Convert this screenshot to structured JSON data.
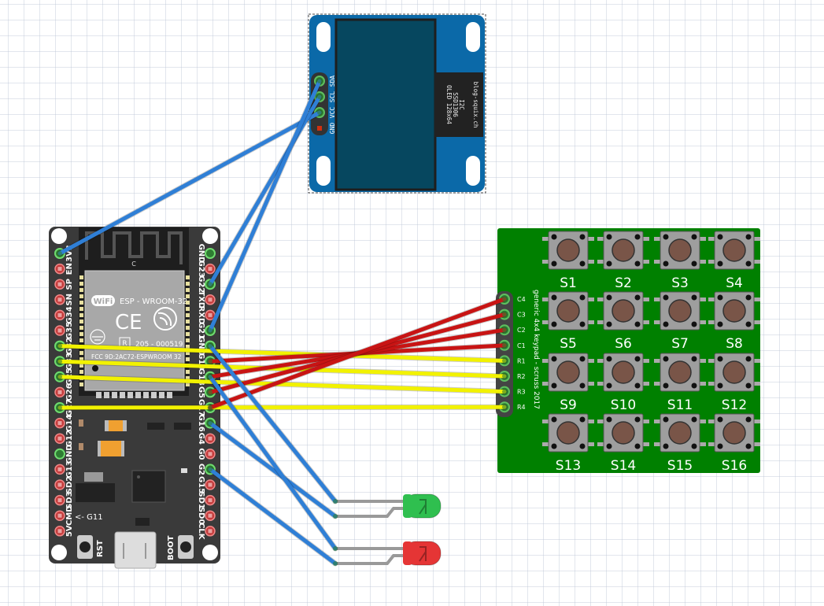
{
  "oled": {
    "pins": [
      "SDA",
      "SCL",
      "VCC",
      "GND"
    ],
    "label_lines": [
      "OLED 128x64",
      "SSD1306",
      "I2C"
    ],
    "credit": "blog-squix.ch",
    "colors": {
      "board": "#0b69a8",
      "screen": "#06475f",
      "label_bg": "#222222"
    }
  },
  "esp32": {
    "module_text": "ESP - WROOM-32",
    "wifi_logo": "WiFi",
    "ce_mark": "CE",
    "reg_number": "205 - 000519",
    "reg_mark": "R",
    "fcc_text": "FCC 9D:2AC72-ESPWROOM 32",
    "antenna_label": "C",
    "left_pins": [
      "3V3",
      "EN",
      "SP",
      "SN",
      "G34",
      "G35",
      "G32",
      "G33",
      "G25",
      "G26",
      "G27",
      "G14",
      "G12",
      "GND",
      "G13",
      "SD2",
      "SD3",
      "CMD",
      "5V"
    ],
    "left_pin_connected": [
      true,
      false,
      false,
      false,
      false,
      false,
      true,
      true,
      true,
      false,
      true,
      false,
      false,
      true,
      false,
      false,
      false,
      false,
      false
    ],
    "right_pins": [
      "GND",
      "G23",
      "G22",
      "TXD",
      "RXD",
      "G21",
      "GND",
      "G19",
      "G18",
      "G5",
      "G17",
      "G16",
      "G4",
      "G0",
      "G2",
      "G15",
      "SD1",
      "SD0",
      "CLK"
    ],
    "right_pin_connected": [
      true,
      false,
      true,
      false,
      false,
      true,
      true,
      true,
      true,
      true,
      true,
      true,
      false,
      false,
      true,
      false,
      false,
      false,
      false
    ],
    "g11_label": "<- G11",
    "rst_label": "RST",
    "boot_label": "BOOT"
  },
  "keypad": {
    "title": "generic 4x4 keypad - scruss 2017",
    "pins": [
      "C4",
      "C3",
      "C2",
      "C1",
      "R1",
      "R2",
      "R3",
      "R4"
    ],
    "keys": [
      "S1",
      "S2",
      "S3",
      "S4",
      "S5",
      "S6",
      "S7",
      "S8",
      "S9",
      "S10",
      "S11",
      "S12",
      "S13",
      "S14",
      "S15",
      "S16"
    ],
    "color": "#008000"
  },
  "leds": [
    {
      "name": "green-led",
      "color": "#2fbf4f"
    },
    {
      "name": "red-led",
      "color": "#e53535"
    }
  ],
  "wires": [
    {
      "from": "esp32.3V3",
      "to": "oled.VCC",
      "color": "#2f7fd6"
    },
    {
      "from": "esp32.G22",
      "to": "oled.SCL",
      "color": "#2f7fd6"
    },
    {
      "from": "esp32.G21",
      "to": "oled.SDA",
      "color": "#2f7fd6"
    },
    {
      "from": "esp32.G32",
      "to": "keypad.R1",
      "color": "#f2f200"
    },
    {
      "from": "esp32.G33",
      "to": "keypad.R2",
      "color": "#f2f200"
    },
    {
      "from": "esp32.G25",
      "to": "keypad.R3",
      "color": "#f2f200"
    },
    {
      "from": "esp32.G27",
      "to": "keypad.R4",
      "color": "#f2f200"
    },
    {
      "from": "esp32.G19",
      "to": "keypad.C1",
      "color": "#c81414"
    },
    {
      "from": "esp32.G18",
      "to": "keypad.C2",
      "color": "#c81414"
    },
    {
      "from": "esp32.G5",
      "to": "keypad.C3",
      "color": "#c81414"
    },
    {
      "from": "esp32.G17",
      "to": "keypad.C4",
      "color": "#c81414"
    },
    {
      "from": "esp32.GND",
      "to": "green-led.anode",
      "color": "#2f7fd6"
    },
    {
      "from": "esp32.G16",
      "to": "green-led.cathode",
      "color": "#2f7fd6"
    },
    {
      "from": "esp32.G18",
      "to": "red-led.anode",
      "color": "#2f7fd6"
    },
    {
      "from": "esp32.G2",
      "to": "red-led.cathode",
      "color": "#2f7fd6"
    }
  ]
}
